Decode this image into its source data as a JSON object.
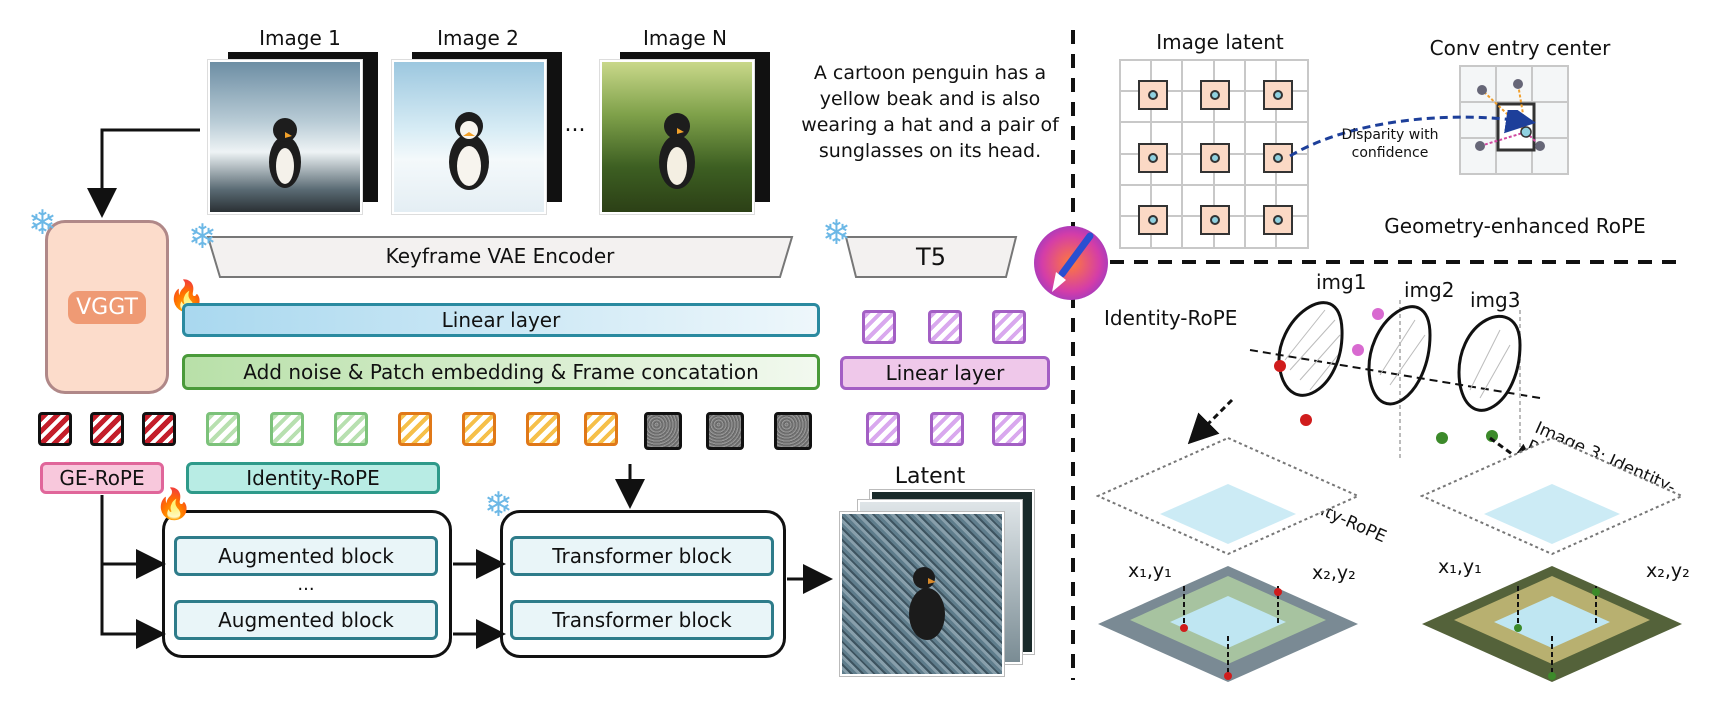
{
  "images": {
    "labels": [
      "Image 1",
      "Image 2",
      "Image N"
    ],
    "ellipsis": "..."
  },
  "prompt_text": "A cartoon penguin has a yellow beak and is also wearing a hat and a pair of sunglasses on its head.",
  "modules": {
    "vggt": "VGGT",
    "keyframe_vae_encoder": "Keyframe VAE Encoder",
    "t5": "T5",
    "linear_layer_main": "Linear layer",
    "linear_layer_text": "Linear layer",
    "noise_patch": "Add noise & Patch embedding & Frame concatation",
    "ge_rope": "GE-RoPE",
    "identity_rope": "Identity-RoPE",
    "augmented_block_1": "Augmented block",
    "augmented_block_2": "Augmented block",
    "augmented_ellipsis": "...",
    "transformer_block_1": "Transformer block",
    "transformer_block_2": "Transformer block",
    "latent": "Latent"
  },
  "right_panel": {
    "image_latent": "Image latent",
    "conv_entry_center": "Conv entry center",
    "disparity_label_1": "Disparity with",
    "disparity_label_2": "confidence",
    "geometry_title": "Geometry-enhanced RoPE",
    "identity_rope_title": "Identity-RoPE",
    "img1": "img1",
    "img2": "img2",
    "img3": "img3",
    "image1_label": "Image 1: Identity-RoPE",
    "image3_label": "Image 3: Identity-RoPE",
    "coord_left_1": "x₁,y₁",
    "coord_right_1": "x₂,y₂",
    "coord_left_3": "x₁,y₁",
    "coord_right_3": "x₂,y₂"
  },
  "colors": {
    "vggt_bg": "#fcdccb",
    "linear_blue": "#a9d8ef",
    "noise_green": "#b8e0a8",
    "ge_rope_pink": "#f8c8dc",
    "identity_teal": "#b8ece4",
    "linear_purple": "#efc8ea"
  }
}
